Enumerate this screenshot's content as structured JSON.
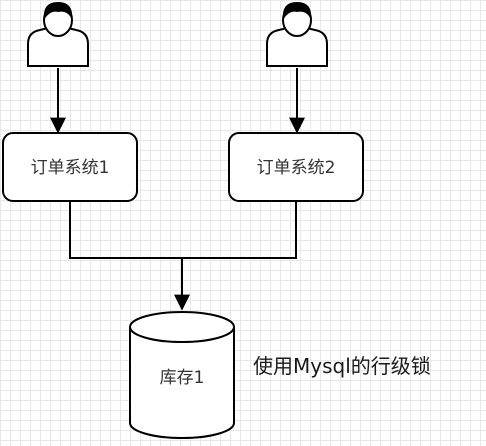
{
  "diagram": {
    "actors": [
      {
        "id": "user-1",
        "icon": "user-icon"
      },
      {
        "id": "user-2",
        "icon": "user-icon"
      }
    ],
    "nodes": {
      "order_system_1": "订单系统1",
      "order_system_2": "订单系统2",
      "inventory": "库存1"
    },
    "annotation": "使用Mysql的行级锁",
    "edges": [
      {
        "from": "user-1",
        "to": "order_system_1"
      },
      {
        "from": "user-2",
        "to": "order_system_2"
      },
      {
        "from": "order_system_1",
        "to": "inventory"
      },
      {
        "from": "order_system_2",
        "to": "inventory"
      }
    ],
    "colors": {
      "stroke": "#000000",
      "fill": "#ffffff",
      "text": "#333333"
    }
  }
}
